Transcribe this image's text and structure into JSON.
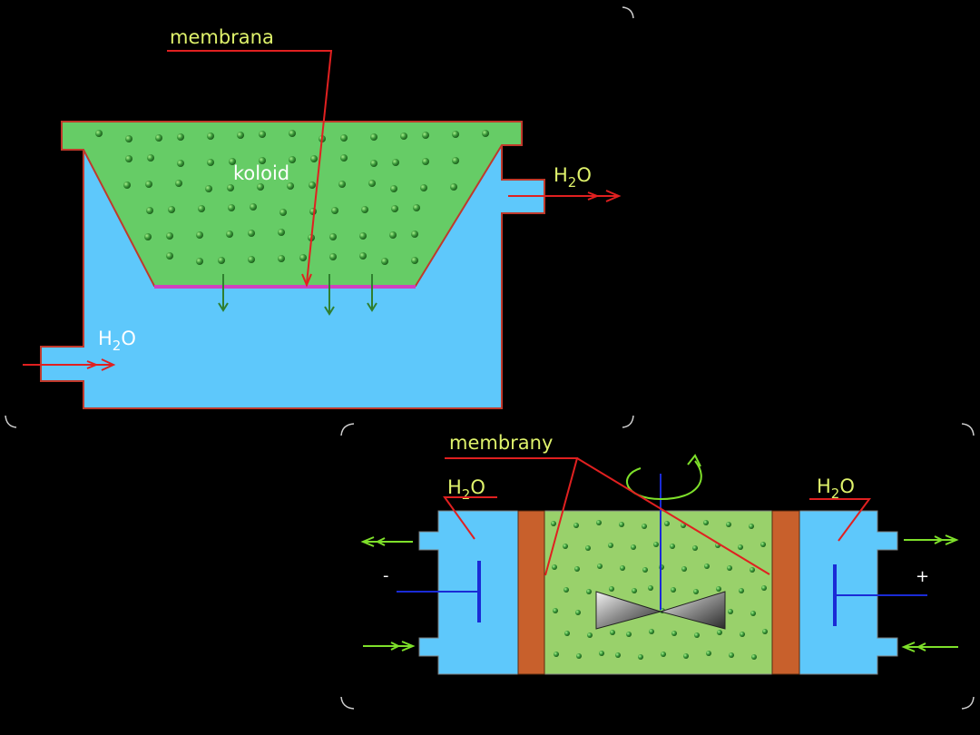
{
  "top_diagram": {
    "membrane_label": "membrana",
    "colloid_label": "koloid",
    "water_out_label": {
      "base": "H",
      "sub": "2",
      "tail": "O"
    },
    "water_in_label": {
      "base": "H",
      "sub": "2",
      "tail": "O"
    }
  },
  "bottom_diagram": {
    "membranes_label": "membrany",
    "left_water_label": {
      "base": "H",
      "sub": "2",
      "tail": "O"
    },
    "right_water_label": {
      "base": "H",
      "sub": "2",
      "tail": "O"
    },
    "cathode_sign": "-",
    "anode_sign": "+"
  },
  "colors": {
    "background": "#000000",
    "water": "#5ec8fb",
    "colloid": "#66cc66",
    "colloid_light": "#99d16b",
    "particle": "#2f8f2f",
    "outline": "#c0392b",
    "label_yellow": "#dff26b",
    "pointer_red": "#e02020",
    "membrane_brown": "#c8602c",
    "electrode_blue": "#1a2bd6",
    "arrow_green": "#7ee02a",
    "membrane_magenta": "#d040c0"
  }
}
